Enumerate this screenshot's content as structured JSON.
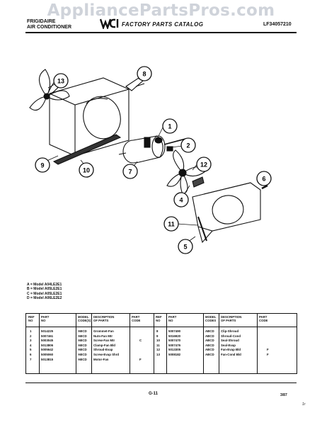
{
  "watermark": "AppliancePartsPros.com",
  "header": {
    "brand_line1": "FRIGIDAIRE",
    "brand_line2": "AIR CONDITIONER",
    "catalog_title": "FACTORY PARTS CATALOG",
    "doc_number": "LF34057210"
  },
  "diagram": {
    "callouts": [
      "13",
      "8",
      "1",
      "2",
      "9",
      "10",
      "7",
      "12",
      "6",
      "4",
      "11",
      "5"
    ]
  },
  "legend": [
    "A = Model A04LE2E1",
    "B = Model A05LE2E1",
    "C = Model A05LE2E1",
    "D = Model A06LE2E2"
  ],
  "parts_table": {
    "headers": [
      [
        "REF",
        "NO"
      ],
      [
        "PART",
        "NO"
      ],
      [
        "MODEL",
        "CODE(S)"
      ],
      [
        "DESCRIPTION",
        "OF PARTS"
      ],
      [
        "PART",
        "CODE"
      ],
      [
        "REF",
        "NO"
      ],
      [
        "PART",
        "NO"
      ],
      [
        "MODEL",
        "CODES"
      ],
      [
        "DESCRIPTION",
        "OF PARTS"
      ],
      [
        "PART",
        "CODE"
      ]
    ],
    "rows": [
      [
        "1",
        "5014225",
        "ABCD",
        "Grommet-Fan",
        "",
        "8",
        "5007490",
        "ABCD",
        "Clip-Shroud",
        ""
      ],
      [
        "2",
        "5007461",
        "ABCD",
        "Nuts-Fan Mtr",
        "",
        "9",
        "5016920",
        "ABCD",
        "Shroud-Cond",
        ""
      ],
      [
        "3",
        "5003045",
        "ABCD",
        "Screw-Fan Mtr",
        "C",
        "10",
        "5007470",
        "ABCD",
        "Seal-Shroud",
        ""
      ],
      [
        "4",
        "5013806",
        "ABCD",
        "Clamp-Fan Bld",
        "",
        "11",
        "5007476",
        "ABCD",
        "Seal-Evap",
        ""
      ],
      [
        "5",
        "5005642",
        "ABCD",
        "Shroud-Evap",
        "",
        "12",
        "5013305",
        "ABCD",
        "Fan-Evap Bld",
        "F"
      ],
      [
        "6",
        "5005060",
        "ABCD",
        "Screw-Evap Shrd",
        "",
        "13",
        "5008182",
        "ABCD",
        "Fan-Cond Bld",
        "F"
      ],
      [
        "7",
        "5013815",
        "ABCD",
        "Motor-Fan",
        "F",
        "",
        "",
        "",
        "",
        ""
      ]
    ]
  },
  "footer": {
    "page": "G-11",
    "date": "3/87",
    "mark": "1r"
  }
}
